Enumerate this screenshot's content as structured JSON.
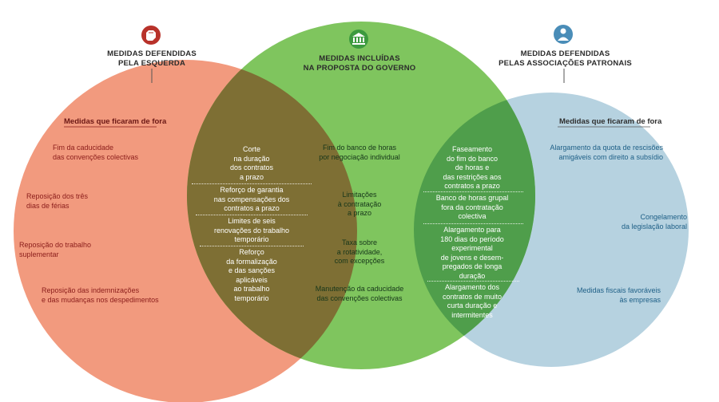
{
  "colors": {
    "left_circle": "#f29a7e",
    "center_circle": "#7fc55e",
    "right_circle": "#b6d2e0",
    "left_overlap": "#7e6f34",
    "right_overlap": "#4f9e4b",
    "red_text": "#8a1c1a",
    "blue_text": "#1e5f86",
    "left_icon": "#b8322a",
    "center_icon": "#3c9a3e",
    "right_icon": "#4a8db8"
  },
  "headers": {
    "left": [
      "MEDIDAS DEFENDIDAS",
      "PELA ESQUERDA"
    ],
    "center": [
      "MEDIDAS INCLUÍDAS",
      "NA PROPOSTA DO GOVERNO"
    ],
    "right": [
      "MEDIDAS DEFENDIDAS",
      "PELAS ASSOCIAÇÕES PATRONAIS"
    ]
  },
  "icons": {
    "left": "fist-icon",
    "center": "government-building-icon",
    "right": "business-person-icon"
  },
  "left": {
    "subheading": "Medidas que ficaram de fora",
    "items": [
      [
        "Fim da caducidade",
        "das convenções colectivas"
      ],
      [
        "Reposição dos três",
        "dias de férias"
      ],
      [
        "Reposição do trabalho",
        "suplementar"
      ],
      [
        "Reposição das indemnizações",
        "e das mudanças nos despedimentos"
      ]
    ]
  },
  "left_overlap": {
    "items": [
      [
        "Corte",
        "na duração",
        "dos contratos",
        "a prazo"
      ],
      [
        "Reforço de garantia",
        "nas compensações dos",
        "contratos a prazo"
      ],
      [
        "Limites de seis",
        "renovações do trabalho",
        "temporário"
      ],
      [
        "Reforço",
        "da formalização",
        "e das sanções",
        "aplicáveis",
        "ao trabalho",
        "temporário"
      ]
    ]
  },
  "center": {
    "items": [
      [
        "Fim do banco de horas",
        "por negociação individual"
      ],
      [
        "Limitações",
        "à contratação",
        "a prazo"
      ],
      [
        "Taxa sobre",
        "a rotatividade,",
        "com excepções"
      ],
      [
        "Manutenção da caducidade",
        "das convenções colectivas"
      ]
    ]
  },
  "right_overlap": {
    "items": [
      [
        "Faseamento",
        "do fim do banco",
        "de horas e",
        "das restrições aos",
        "contratos a prazo"
      ],
      [
        "Banco de horas grupal",
        "fora da contratação",
        "colectiva"
      ],
      [
        "Alargamento para",
        "180 dias do período",
        "experimental",
        "de jovens e desem-",
        "pregados de longa",
        "duração"
      ],
      [
        "Alargamento dos",
        "contratos de muito",
        "curta duração e",
        "intermitentes"
      ]
    ]
  },
  "right": {
    "subheading": "Medidas que ficaram de fora",
    "items": [
      [
        "Alargamento da quota de rescisões",
        "amigáveis com direito a subsídio"
      ],
      [
        "Congelamento",
        "da legislação laboral"
      ],
      [
        "Medidas fiscais favoráveis",
        "às empresas"
      ]
    ]
  }
}
